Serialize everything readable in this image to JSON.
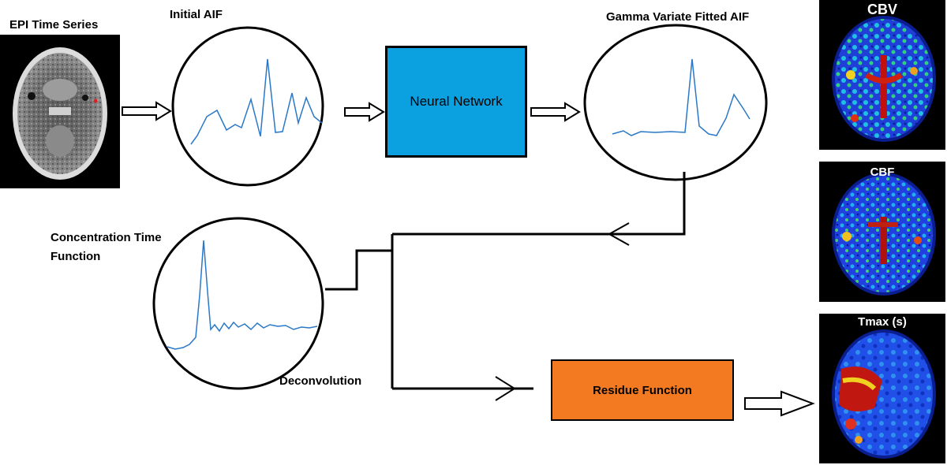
{
  "labels": {
    "epi": "EPI Time Series",
    "initial_aif": "Initial AIF",
    "gamma_aif": "Gamma Variate Fitted AIF",
    "concentration_line1": "Concentration Time",
    "concentration_line2": "Function",
    "deconvolution": "Deconvolution"
  },
  "boxes": {
    "neural_network": "Neural Network",
    "residue_function": "Residue Function"
  },
  "maps": {
    "cbv": "CBV",
    "cbf": "CBF",
    "tmax": "Tmax (s)"
  },
  "colors": {
    "neural_network_fill": "#0ba0e0",
    "residue_function_fill": "#f47a22",
    "curve_stroke": "#2a78c8"
  }
}
